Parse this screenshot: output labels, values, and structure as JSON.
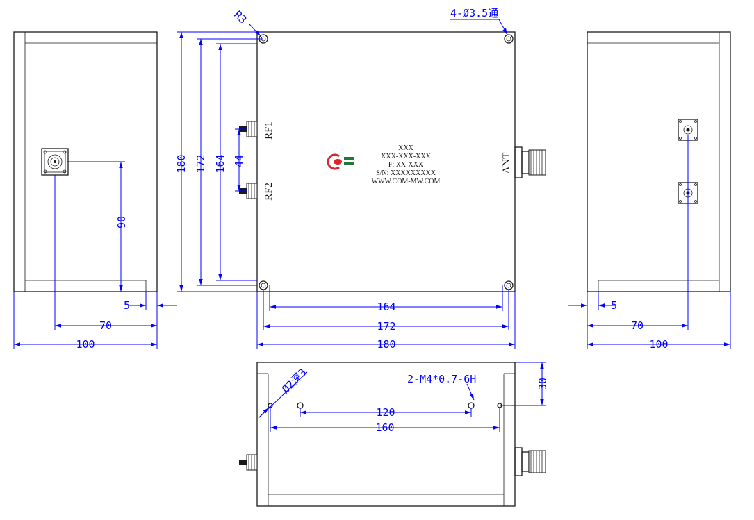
{
  "dimensions": {
    "left_90": "90",
    "left_5": "5",
    "left_70": "70",
    "left_100": "100",
    "front_180_v": "180",
    "front_172_v": "172",
    "front_164_v": "164",
    "front_44": "44",
    "front_164_h": "164",
    "front_172_h": "172",
    "front_180_h": "180",
    "radius": "R3",
    "holes": "4-Ø3.5通",
    "right_5": "5",
    "right_70": "70",
    "right_100": "100",
    "bottom_30": "30",
    "bottom_120": "120",
    "bottom_160": "160",
    "bottom_pin": "Ø2深3",
    "bottom_thread": "2-M4*0.7-6H"
  },
  "ports": {
    "rf1": "RF1",
    "rf2": "RF2",
    "ant": "ANT"
  },
  "nameplate": {
    "line1": "XXX",
    "line2": "XXX-XXX-XXX",
    "line3": "F: XX-XXX",
    "line4": "S/N: XXXXXXXXX",
    "line5": "WWW.COM-MW.COM"
  },
  "colors": {
    "dimension": "#0000ff",
    "outline": "#1a1a1a",
    "logo_red": "#d9262c",
    "logo_green": "#1f7a3a"
  }
}
